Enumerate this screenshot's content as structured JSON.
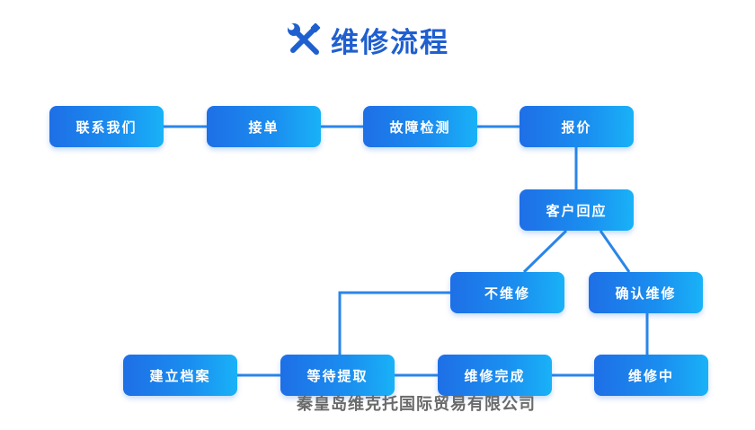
{
  "title": {
    "text": "维修流程",
    "icon": "wrench-screwdriver-icon"
  },
  "colors": {
    "accent": "#1f5fcf",
    "node_start": "#1e6fe6",
    "node_end": "#19b2f7",
    "connector": "#2a86e8"
  },
  "nodes": {
    "contact_us": "联系我们",
    "accept_order": "接单",
    "fault_detection": "故障检测",
    "quotation": "报价",
    "customer_response": "客户回应",
    "no_repair": "不维修",
    "confirm_repair": "确认维修",
    "create_archive": "建立档案",
    "wait_pickup": "等待提取",
    "repair_complete": "维修完成",
    "repairing": "维修中"
  },
  "edges": [
    [
      "contact_us",
      "accept_order"
    ],
    [
      "accept_order",
      "fault_detection"
    ],
    [
      "fault_detection",
      "quotation"
    ],
    [
      "quotation",
      "customer_response"
    ],
    [
      "customer_response",
      "no_repair"
    ],
    [
      "customer_response",
      "confirm_repair"
    ],
    [
      "no_repair",
      "wait_pickup"
    ],
    [
      "confirm_repair",
      "repairing"
    ],
    [
      "repairing",
      "repair_complete"
    ],
    [
      "repair_complete",
      "wait_pickup"
    ],
    [
      "wait_pickup",
      "create_archive"
    ]
  ],
  "watermark": "秦皇岛维克托国际贸易有限公司"
}
